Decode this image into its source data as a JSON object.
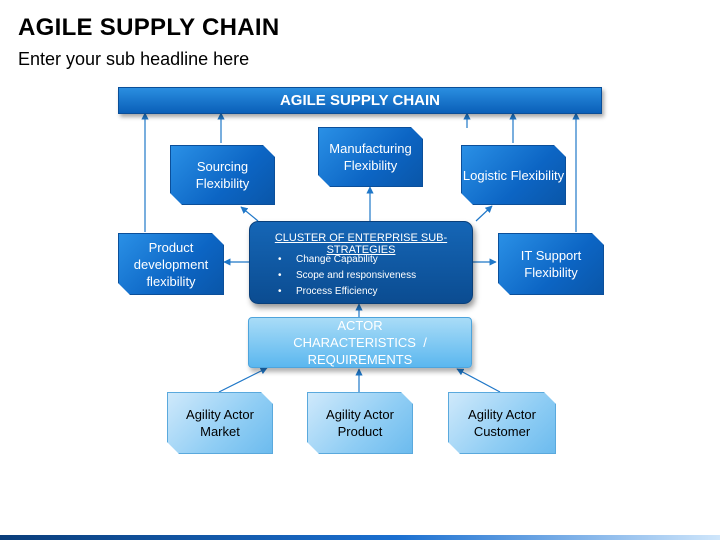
{
  "header": {
    "title": "AGILE SUPPLY CHAIN",
    "subtitle": "Enter your sub headline here"
  },
  "diagram": {
    "banner": "AGILE SUPPLY CHAIN",
    "flex_boxes": {
      "sourcing": "Sourcing Flexibility",
      "manufacturing": "Manufacturing Flexibility",
      "logistic": "Logistic Flexibility",
      "product_dev": "Product development flexibility",
      "it_support": "IT Support Flexibility"
    },
    "cluster": {
      "title": "CLUSTER OF ENTERPRISE SUB-STRATEGIES",
      "items": [
        "Change Capability",
        "Scope and responsiveness",
        "Process Efficiency"
      ]
    },
    "actor_requirements": "ACTOR CHARACTERISTICS  /  REQUIREMENTS",
    "actors": {
      "market": "Agility Actor Market",
      "product": "Agility Actor Product",
      "customer": "Agility Actor Customer"
    }
  },
  "colors": {
    "dark_blue": "#0c65c4",
    "light_blue": "#8fcdf4",
    "arrow": "#1f77c8"
  }
}
